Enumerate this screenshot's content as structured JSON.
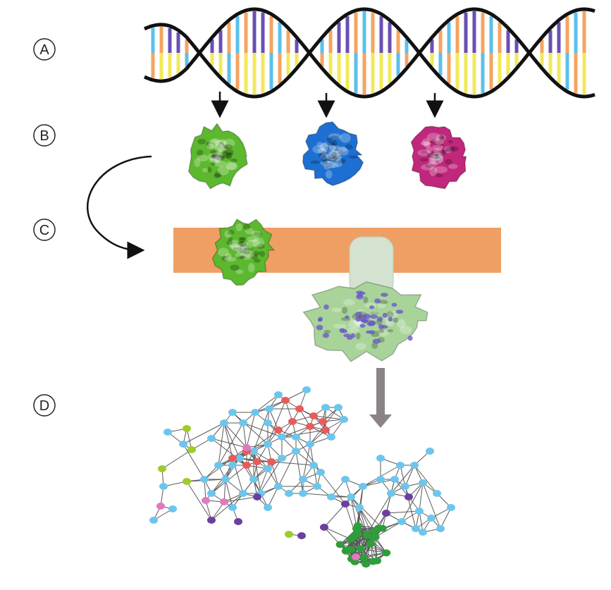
{
  "steps": [
    {
      "id": "A",
      "label": "A"
    },
    {
      "id": "B",
      "label": "B"
    },
    {
      "id": "C",
      "label": "C"
    },
    {
      "id": "D",
      "label": "D"
    }
  ],
  "colors": {
    "helix": "#111111",
    "base_blue": "#5bc0eb",
    "base_orange": "#f4a460",
    "base_yellow": "#f2e85a",
    "base_purple": "#6a4fb3",
    "protein_green": "#5cb82e",
    "protein_blue": "#1d6fd1",
    "protein_magenta": "#c0277d",
    "membrane": "#ef9f63",
    "channel": "#d4e2d0",
    "complex": "#a8d49a",
    "complex_spots": "#6c5ac8",
    "arrow_gray": "#8a8484",
    "node_blue": "#6cc6ec",
    "node_red": "#e85b5b",
    "node_green": "#9ccd2a",
    "node_darkgreen": "#2e9e3a",
    "node_purple": "#6b3fa0",
    "node_pink": "#e07ac0"
  },
  "icons": {
    "dna": "dna-double-helix-icon",
    "protein": "protein-structure-icon",
    "membrane": "cell-membrane-icon",
    "network": "interaction-network-icon"
  }
}
